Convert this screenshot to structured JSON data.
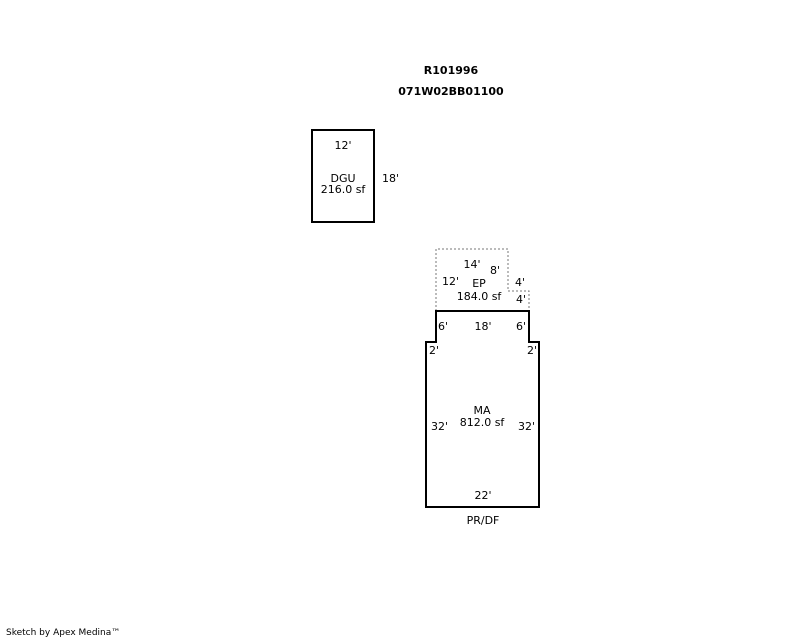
{
  "header": {
    "parcel_id": "R101996",
    "map_number": "071W02BB01100"
  },
  "areas": {
    "dgu": {
      "code": "DGU",
      "area": "216.0 sf",
      "dim_top": "12'",
      "dim_right": "18'"
    },
    "ep": {
      "code": "EP",
      "area": "184.0 sf",
      "dim_top": "14'",
      "dim_left": "12'",
      "dim_right_upper": "8'",
      "dim_step_horizontal": "4'",
      "dim_step_vertical": "4'"
    },
    "ma": {
      "code": "MA",
      "area": "812.0 sf",
      "dim_top": "18'",
      "dim_upper_left": "6'",
      "dim_upper_right": "6'",
      "dim_step_left": "2'",
      "dim_step_right": "2'",
      "dim_left": "32'",
      "dim_right": "32'",
      "dim_bottom": "22'",
      "below_label": "PR/DF"
    }
  },
  "colors": {
    "outline": "#000000",
    "dashed_outline": "#777777",
    "background": "#ffffff"
  },
  "footer": {
    "credit": "Sketch by Apex Medina™"
  }
}
